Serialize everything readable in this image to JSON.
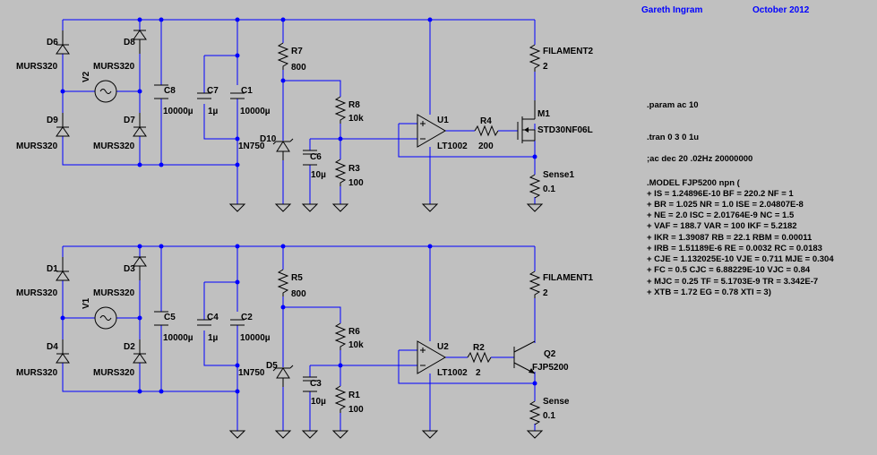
{
  "header": {
    "author": "Gareth Ingram",
    "date": "October 2012"
  },
  "circuit_top": {
    "sources": {
      "v": "V2"
    },
    "diodes": {
      "d_ul": "D6",
      "d_ll": "D9",
      "d_ur": "D8",
      "d_lr": "D7",
      "zener": "D10",
      "part": "MURS320",
      "zener_part": "1N750"
    },
    "caps": {
      "big": "C8",
      "big_val": "10000µ",
      "small": "C7",
      "small_val": "1µ",
      "mid": "C1",
      "mid_val": "10000µ",
      "filter": "C6",
      "filter_val": "10µ"
    },
    "resistors": {
      "r_zener": "R7",
      "r_zener_val": "800",
      "r_top": "R8",
      "r_top_val": "10k",
      "r_bot": "R3",
      "r_bot_val": "100",
      "r_gate": "R4",
      "r_gate_val": "200",
      "r_sense": "Sense1",
      "r_sense_val": "0.1",
      "r_load": "FILAMENT2",
      "r_load_val": "2"
    },
    "opamp": {
      "name": "U1",
      "part": "LT1002"
    },
    "transistor": {
      "name": "M1",
      "part": "STD30NF06L"
    }
  },
  "circuit_bottom": {
    "sources": {
      "v": "V1"
    },
    "diodes": {
      "d_ul": "D1",
      "d_ll": "D4",
      "d_ur": "D3",
      "d_lr": "D2",
      "zener": "D5",
      "part": "MURS320",
      "zener_part": "1N750"
    },
    "caps": {
      "big": "C5",
      "big_val": "10000µ",
      "small": "C4",
      "small_val": "1µ",
      "mid": "C2",
      "mid_val": "10000µ",
      "filter": "C3",
      "filter_val": "10µ"
    },
    "resistors": {
      "r_zener": "R5",
      "r_zener_val": "800",
      "r_top": "R6",
      "r_top_val": "10k",
      "r_bot": "R1",
      "r_bot_val": "100",
      "r_gate": "R2",
      "r_gate_val": "2",
      "r_sense": "Sense",
      "r_sense_val": "0.1",
      "r_load": "FILAMENT1",
      "r_load_val": "2"
    },
    "opamp": {
      "name": "U2",
      "part": "LT1002"
    },
    "transistor": {
      "name": "Q2",
      "part": "FJP5200"
    }
  },
  "directives": {
    "param": ".param ac 10",
    "tran": ".tran 0 3 0 1u",
    "ac": ";ac dec 20 .02Hz 20000000",
    "model": [
      ".MODEL FJP5200 npn (",
      "+ IS = 1.24896E-10 BF = 220.2 NF = 1",
      "+ BR = 1.025 NR = 1.0 ISE = 2.04807E-8",
      "+ NE = 2.0 ISC = 2.01764E-9 NC = 1.5",
      "+ VAF = 188.7 VAR = 100 IKF = 5.2182",
      "+ IKR = 1.39087 RB = 22.1 RBM = 0.00011",
      "+ IRB = 1.51189E-6 RE = 0.0032 RC = 0.0183",
      "+ CJE = 1.132025E-10 VJE = 0.711 MJE = 0.304",
      "+ FC = 0.5 CJC = 6.88229E-10 VJC = 0.84",
      "+ MJC = 0.25 TF = 5.1703E-9 TR = 3.342E-7",
      "+ XTB = 1.72 EG = 0.78 XTI = 3)"
    ]
  }
}
